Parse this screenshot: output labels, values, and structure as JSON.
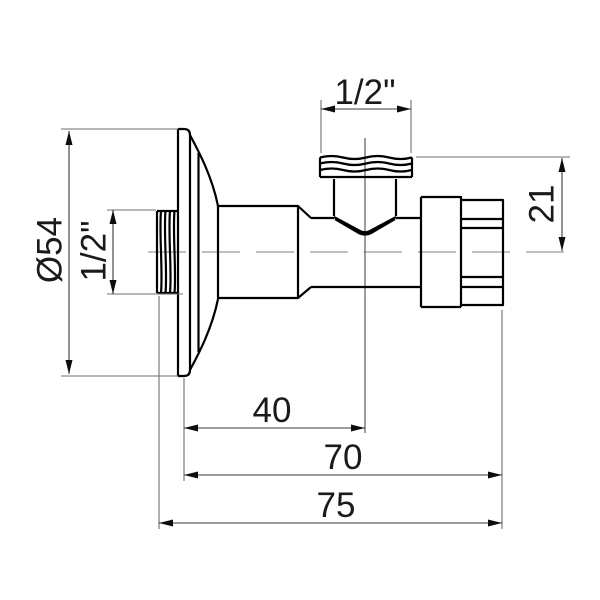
{
  "page": {
    "background_color": "#ffffff",
    "object_line_color": "#000000",
    "dimension_line_color": "#3a3a3a",
    "centerline_color": "#9a9a9a"
  },
  "dims": {
    "top_thread": {
      "label": "1/2\""
    },
    "flange_diameter": {
      "label": "Ø54"
    },
    "left_thread": {
      "label": "1/2\""
    },
    "outlet_height": {
      "label": "21"
    },
    "length_40": {
      "label": "40"
    },
    "length_70": {
      "label": "70"
    },
    "length_75": {
      "label": "75"
    }
  }
}
